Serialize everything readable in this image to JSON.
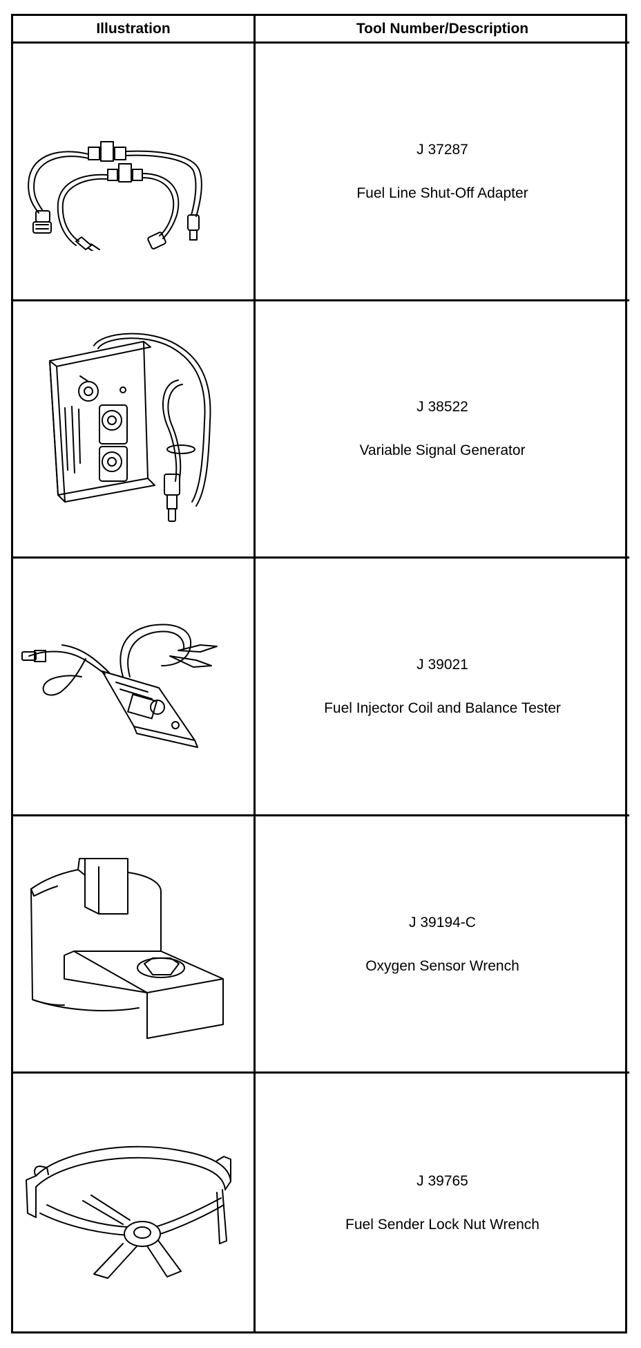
{
  "header": {
    "col_illustration": "Illustration",
    "col_tool": "Tool Number/Description"
  },
  "tools": [
    {
      "number": "J 37287",
      "description": "Fuel Line Shut-Off Adapter",
      "icon": "fuel-line-adapter-icon"
    },
    {
      "number": "J 38522",
      "description": "Variable Signal Generator",
      "icon": "signal-generator-icon"
    },
    {
      "number": "J 39021",
      "description": "Fuel Injector Coil and Balance Tester",
      "icon": "injector-tester-icon"
    },
    {
      "number": "J 39194-C",
      "description": "Oxygen Sensor Wrench",
      "icon": "oxygen-sensor-wrench-icon"
    },
    {
      "number": "J 39765",
      "description": "Fuel Sender Lock Nut Wrench",
      "icon": "lock-nut-wrench-icon"
    }
  ]
}
